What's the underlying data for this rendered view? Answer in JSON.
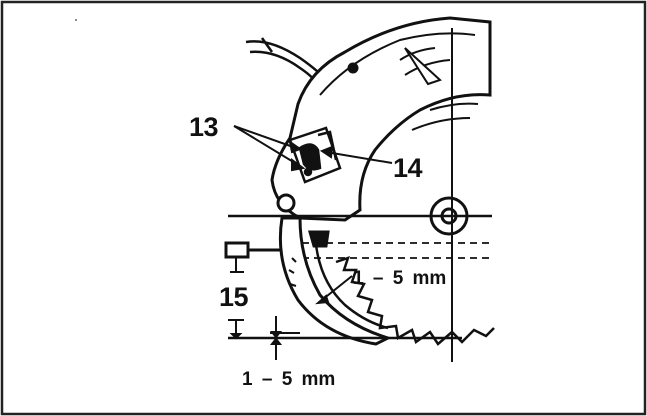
{
  "labels": {
    "part_13": "13",
    "part_14": "14",
    "part_15": "15",
    "dimension_upper": "1 – 5 mm",
    "dimension_lower": "1 – 5 mm"
  },
  "colors": {
    "ink": "#111111",
    "background": "#ffffff",
    "frame_border": "#222222"
  }
}
